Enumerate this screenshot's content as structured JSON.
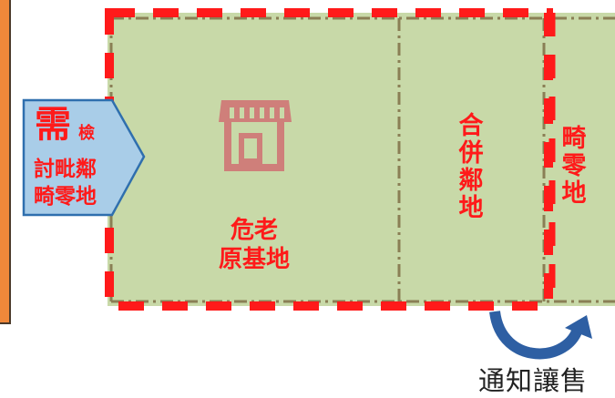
{
  "callout": {
    "big_char": "需",
    "small_char": "檢",
    "line2": "討毗鄰",
    "line3": "畸零地"
  },
  "main_plot": {
    "line1": "危老",
    "line2": "原基地"
  },
  "merged_plot": {
    "label": "合併鄰地"
  },
  "odd_plot": {
    "label": "畸零地"
  },
  "arrow_label": "通知讓售",
  "colors": {
    "land_fill": "#c8d9a8",
    "red_dash": "#ff1a1a",
    "boundary_dashdot": "#8a7f55",
    "callout_fill": "#a9cde8",
    "callout_border": "#2f6fae",
    "arrow": "#2e5fa3",
    "side_bar": "#f0883a",
    "shop_icon": "#cf7f7a"
  }
}
